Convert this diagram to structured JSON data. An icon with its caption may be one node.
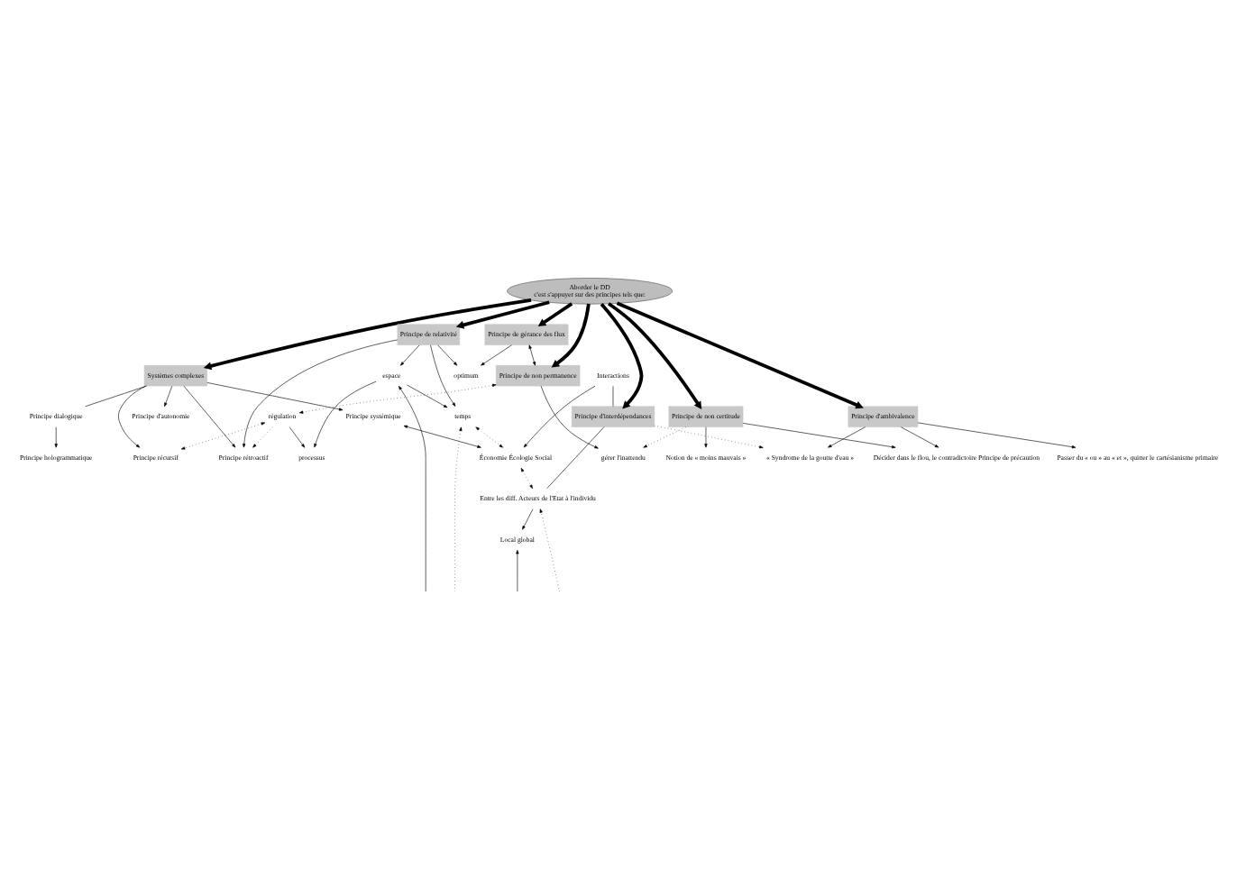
{
  "diagram": {
    "nodes": [
      {
        "text": [
          "Aborder le DD",
          "c'est s'appuyer sur des principes tels que:"
        ]
      },
      {
        "text": [
          "Systèmes complexes"
        ]
      },
      {
        "text": [
          "Principe de relativité"
        ]
      },
      {
        "text": [
          "Principe de gérance des flux"
        ]
      },
      {
        "text": [
          "Principe de non permanence"
        ]
      },
      {
        "text": [
          "Principe de non certitude"
        ]
      },
      {
        "text": [
          "Principe d'ambivalence"
        ]
      },
      {
        "text": [
          "Principe d'interdépendances"
        ]
      },
      {
        "text": [
          "Principe récursif"
        ]
      },
      {
        "text": [
          "Principe hologrammatique"
        ]
      },
      {
        "text": [
          "Principe dialogique"
        ]
      },
      {
        "text": [
          "Principe systémique"
        ]
      },
      {
        "text": [
          "Principe d'autonomie"
        ]
      },
      {
        "text": [
          "Principe rétroactif"
        ]
      },
      {
        "text": [
          "temps"
        ]
      },
      {
        "text": [
          "espace"
        ]
      },
      {
        "text": [
          "processus"
        ]
      },
      {
        "text": [
          "optimum"
        ]
      },
      {
        "text": [
          "régulation"
        ]
      },
      {
        "text": [
          "Économie Écologie Social"
        ]
      },
      {
        "text": [
          "Interactions"
        ]
      },
      {
        "text": [
          "Entre les diff. Acteurs de l'Etat à l'individu"
        ]
      },
      {
        "text": [
          "Local global"
        ]
      },
      {
        "text": [
          "« Syndrome de la goutte d'eau »"
        ]
      },
      {
        "text": [
          "Passer du « ou » au « et », quitter le cartésianisme primaire"
        ]
      },
      {
        "text": [
          "Décider dans le flou, le contradictoire Principe de précaution"
        ]
      },
      {
        "text": [
          "Notion de « moins mauvais »"
        ]
      },
      {
        "text": [
          "gérer l'inattendu"
        ]
      }
    ],
    "edges": [
      {
        "from": 0,
        "to": 1,
        "arrow": "to",
        "style": "thick"
      },
      {
        "from": 0,
        "to": 2,
        "arrow": "to",
        "style": "thick"
      },
      {
        "from": 0,
        "to": 3,
        "arrow": "to",
        "style": "thick"
      },
      {
        "from": 0,
        "to": 4,
        "arrow": "to",
        "style": "thick"
      },
      {
        "from": 0,
        "to": 5,
        "arrow": "to",
        "style": "thick"
      },
      {
        "from": 0,
        "to": 6,
        "arrow": "to",
        "style": "thick"
      },
      {
        "from": 0,
        "to": 7,
        "arrow": "to",
        "style": "thick"
      },
      {
        "from": 1,
        "to": 8,
        "arrow": "to"
      },
      {
        "from": 1,
        "to": 13,
        "arrow": "to"
      },
      {
        "from": 1,
        "to": 10,
        "arrow": "none"
      },
      {
        "from": 10,
        "to": 9,
        "arrow": "to"
      },
      {
        "from": 1,
        "to": 11,
        "arrow": "to"
      },
      {
        "from": 1,
        "to": 12,
        "arrow": "to"
      },
      {
        "from": 11,
        "to": 19,
        "arrow": "both"
      },
      {
        "from": 2,
        "to": 13,
        "arrow": "to"
      },
      {
        "from": 2,
        "to": 14,
        "arrow": "to"
      },
      {
        "from": 2,
        "to": 15,
        "arrow": "to"
      },
      {
        "from": 2,
        "to": 17,
        "arrow": "to"
      },
      {
        "from": 15,
        "to": 14,
        "arrow": "to"
      },
      {
        "from": 15,
        "to": 16,
        "arrow": "to"
      },
      {
        "from": 3,
        "to": 17,
        "arrow": "to"
      },
      {
        "from": 18,
        "to": 16,
        "arrow": "to"
      },
      {
        "from": 3,
        "to": 4,
        "arrow": "both"
      },
      {
        "from": 4,
        "to": 18,
        "arrow": "both",
        "style": "dashed"
      },
      {
        "from": 14,
        "to": 19,
        "arrow": "both",
        "style": "dashed"
      },
      {
        "from": 18,
        "to": 8,
        "arrow": "both",
        "style": "dashed"
      },
      {
        "from": 18,
        "to": 13,
        "arrow": "to",
        "style": "dashed"
      },
      {
        "from": null,
        "to": 14,
        "arrow": "to",
        "style": "dashed"
      },
      {
        "from": null,
        "to": 15,
        "arrow": "to"
      },
      {
        "from": 19,
        "to": 21,
        "arrow": "both",
        "style": "dashed"
      },
      {
        "from": null,
        "to": 21,
        "arrow": "to",
        "style": "dashed"
      },
      {
        "from": null,
        "to": 22,
        "arrow": "to"
      },
      {
        "from": 20,
        "to": 7,
        "arrow": "none"
      },
      {
        "from": 20,
        "to": 19,
        "arrow": "to"
      },
      {
        "from": 7,
        "to": 21,
        "arrow": "none"
      },
      {
        "from": 21,
        "to": 22,
        "arrow": "to"
      },
      {
        "from": 7,
        "to": 23,
        "arrow": "to",
        "style": "dashed"
      },
      {
        "from": 6,
        "to": 23,
        "arrow": "to"
      },
      {
        "from": 6,
        "to": 24,
        "arrow": "to"
      },
      {
        "from": 6,
        "to": 25,
        "arrow": "to"
      },
      {
        "from": 5,
        "to": 25,
        "arrow": "to"
      },
      {
        "from": 5,
        "to": 26,
        "arrow": "to"
      },
      {
        "from": 5,
        "to": 27,
        "arrow": "to",
        "style": "dashed"
      },
      {
        "from": 4,
        "to": 27,
        "arrow": "to"
      }
    ]
  }
}
